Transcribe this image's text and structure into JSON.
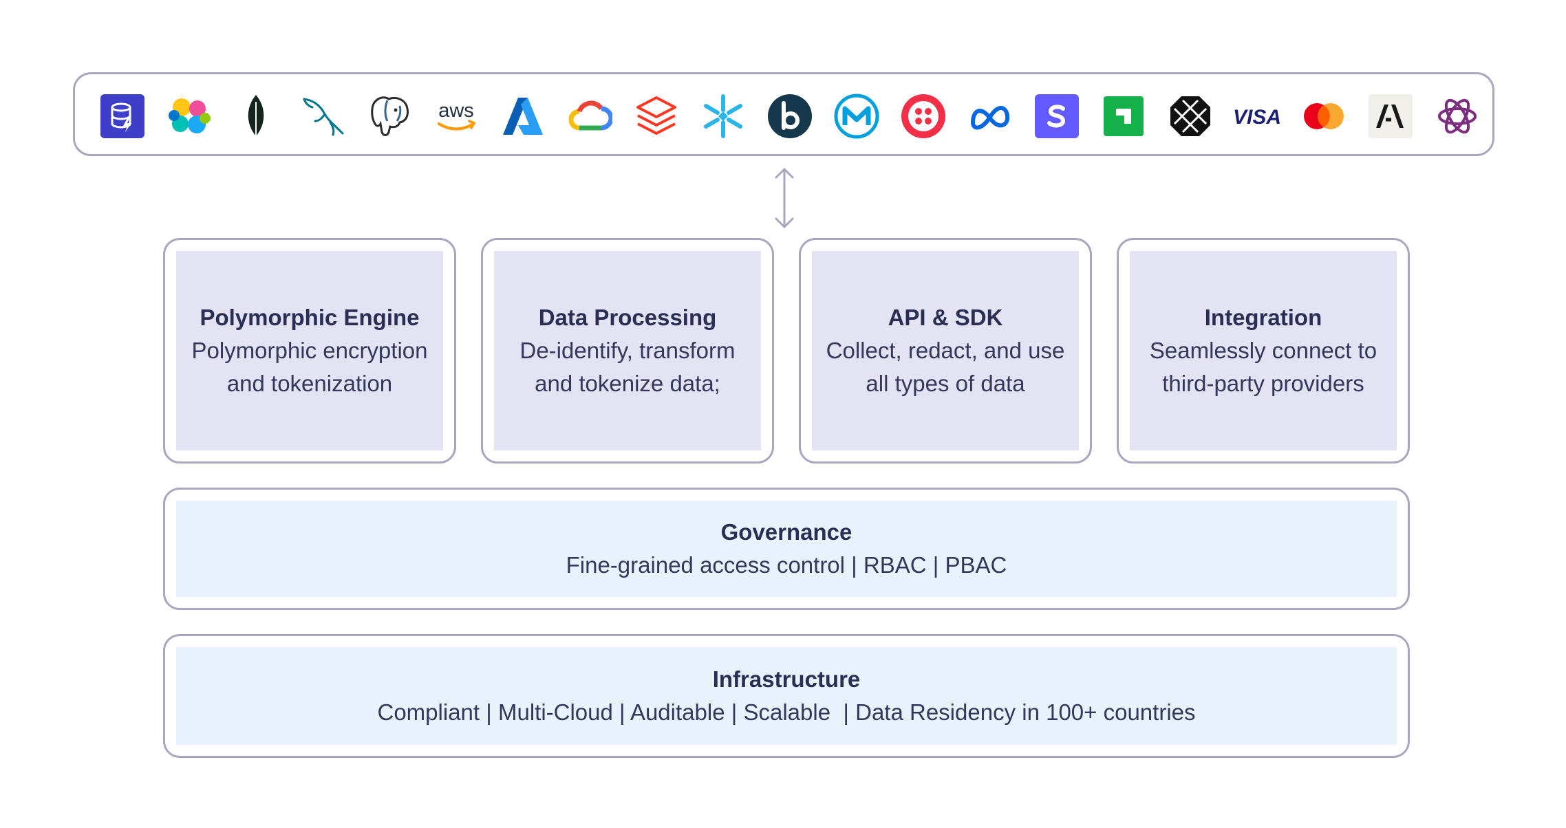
{
  "logos": [
    {
      "icon": "database-bolt-icon",
      "color": "#3e3fc8"
    },
    {
      "icon": "elastic-icon",
      "color": "#f04e98"
    },
    {
      "icon": "mongodb-leaf-icon",
      "color": "#13251c"
    },
    {
      "icon": "mysql-dolphin-icon",
      "color": "#00758f"
    },
    {
      "icon": "postgresql-elephant-icon",
      "color": "#336791"
    },
    {
      "icon": "aws-icon",
      "color": "#232f3e",
      "text": "aws"
    },
    {
      "icon": "azure-icon",
      "color": "#0078d4"
    },
    {
      "icon": "google-cloud-icon",
      "color": "#4285f4"
    },
    {
      "icon": "databricks-icon",
      "color": "#ff3621"
    },
    {
      "icon": "snowflake-icon",
      "color": "#29b5e8"
    },
    {
      "icon": "b-circle-icon",
      "color": "#15384d"
    },
    {
      "icon": "mulesoft-icon",
      "color": "#00a0df"
    },
    {
      "icon": "twilio-icon",
      "color": "#f22f46"
    },
    {
      "icon": "meta-icon",
      "color": "#0668e1"
    },
    {
      "icon": "stripe-icon",
      "color": "#635bff"
    },
    {
      "icon": "green-square-icon",
      "color": "#17b14b"
    },
    {
      "icon": "plaid-icon",
      "color": "#111111"
    },
    {
      "icon": "visa-icon",
      "color": "#1a1f71",
      "text": "VISA"
    },
    {
      "icon": "mastercard-icon",
      "color": "#eb001b"
    },
    {
      "icon": "anthropic-icon",
      "color": "#191919"
    },
    {
      "icon": "openai-icon",
      "color": "#7b2e7e"
    }
  ],
  "connector": {
    "icon": "double-arrow-icon"
  },
  "features": [
    {
      "title": "Polymorphic Engine",
      "description": "Polymorphic encryption and tokenization"
    },
    {
      "title": "Data Processing",
      "description": "De-identify, transform and tokenize data;"
    },
    {
      "title": "API & SDK",
      "description": "Collect, redact, and use all types of data"
    },
    {
      "title": "Integration",
      "description": "Seamlessly connect to third-party providers"
    }
  ],
  "governance": {
    "title": "Governance",
    "description": "Fine-grained access control | RBAC | PBAC"
  },
  "infrastructure": {
    "title": "Infrastructure",
    "description": "Compliant | Multi-Cloud | Auditable | Scalable  | Data Residency in 100+ countries"
  },
  "colors": {
    "border": "#a9a6bf",
    "feature_fill": "#e3e3f4",
    "layer_fill": "#e7f2fd",
    "text": "#2b2e54"
  }
}
